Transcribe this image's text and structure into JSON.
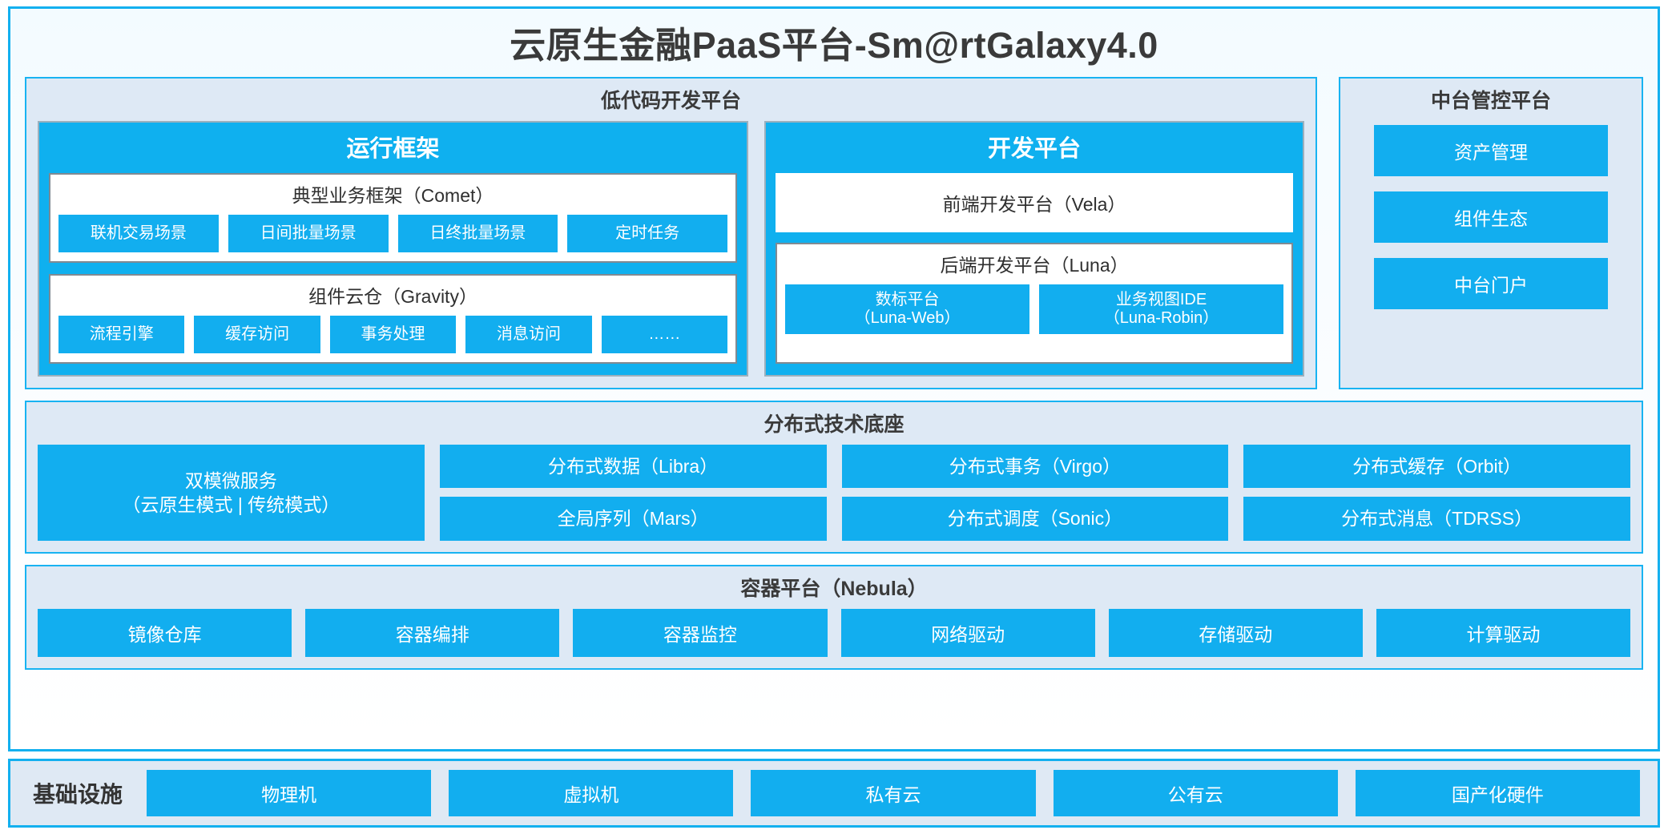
{
  "title": "云原生金融PaaS平台-Sm@rtGalaxy4.0",
  "colors": {
    "accent": "#12aeef",
    "border": "#18b3f2",
    "panel_bg": "#dee9f5",
    "card_border": "#808a92"
  },
  "lowcode": {
    "title": "低代码开发平台",
    "runtime": {
      "title": "运行框架",
      "comet": {
        "title": "典型业务框架（Comet）",
        "items": [
          "联机交易场景",
          "日间批量场景",
          "日终批量场景",
          "定时任务"
        ]
      },
      "gravity": {
        "title": "组件云仓（Gravity）",
        "items": [
          "流程引擎",
          "缓存访问",
          "事务处理",
          "消息访问",
          "……"
        ]
      }
    },
    "devplat": {
      "title": "开发平台",
      "vela": "前端开发平台（Vela）",
      "luna": {
        "title": "后端开发平台（Luna）",
        "items": [
          {
            "name": "数标平台",
            "code": "（Luna-Web）"
          },
          {
            "name": "业务视图IDE",
            "code": "（Luna-Robin）"
          }
        ]
      }
    }
  },
  "console": {
    "title": "中台管控平台",
    "items": [
      "资产管理",
      "组件生态",
      "中台门户"
    ]
  },
  "distributed": {
    "title": "分布式技术底座",
    "microservice": {
      "name": "双模微服务",
      "modes": "（云原生模式 | 传统模式）"
    },
    "columns": [
      [
        "分布式数据（Libra）",
        "全局序列（Mars）"
      ],
      [
        "分布式事务（Virgo）",
        "分布式调度（Sonic）"
      ],
      [
        "分布式缓存（Orbit）",
        "分布式消息（TDRSS）"
      ]
    ]
  },
  "container": {
    "title": "容器平台（Nebula）",
    "items": [
      "镜像仓库",
      "容器编排",
      "容器监控",
      "网络驱动",
      "存储驱动",
      "计算驱动"
    ]
  },
  "infrastructure": {
    "label": "基础设施",
    "items": [
      "物理机",
      "虚拟机",
      "私有云",
      "公有云",
      "国产化硬件"
    ]
  }
}
